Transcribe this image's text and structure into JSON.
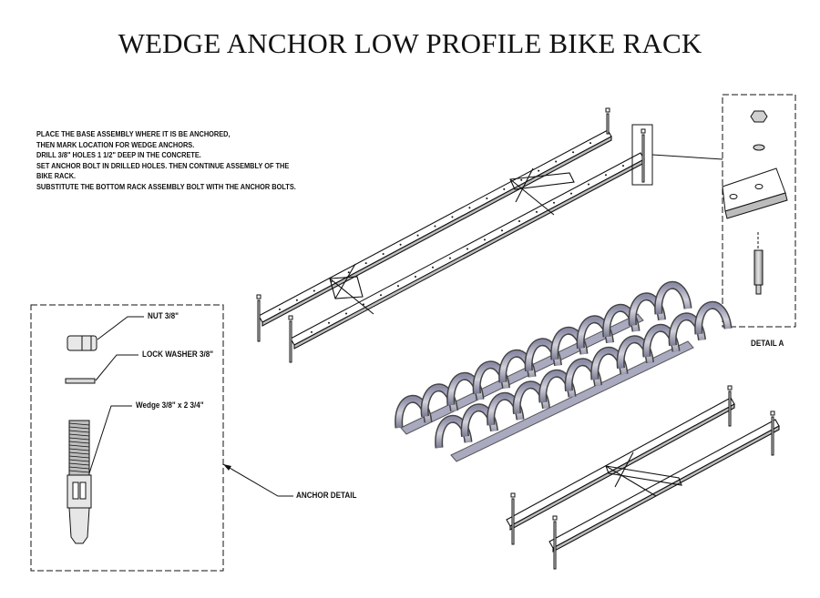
{
  "title": "WEDGE ANCHOR LOW PROFILE BIKE RACK",
  "instructions": [
    "PLACE THE BASE ASSEMBLY WHERE IT IS BE ANCHORED,",
    "THEN MARK LOCATION FOR WEDGE ANCHORS.",
    "DRILL 3/8\" HOLES  1 1/2\" DEEP IN THE CONCRETE.",
    "SET ANCHOR BOLT IN DRILLED HOLES. THEN CONTINUE ASSEMBLY OF THE",
    "BIKE RACK.",
    "SUBSTITUTE THE BOTTOM RACK ASSEMBLY BOLT WITH THE ANCHOR BOLTS."
  ],
  "anchor_detail": {
    "nut_label": "NUT 3/8\"",
    "washer_label": "LOCK WASHER 3/8\"",
    "wedge_label": "Wedge 3/8\" x  2 3/4\"",
    "detail_label": "ANCHOR DETAIL"
  },
  "detail_a": {
    "label": "DETAIL A"
  }
}
